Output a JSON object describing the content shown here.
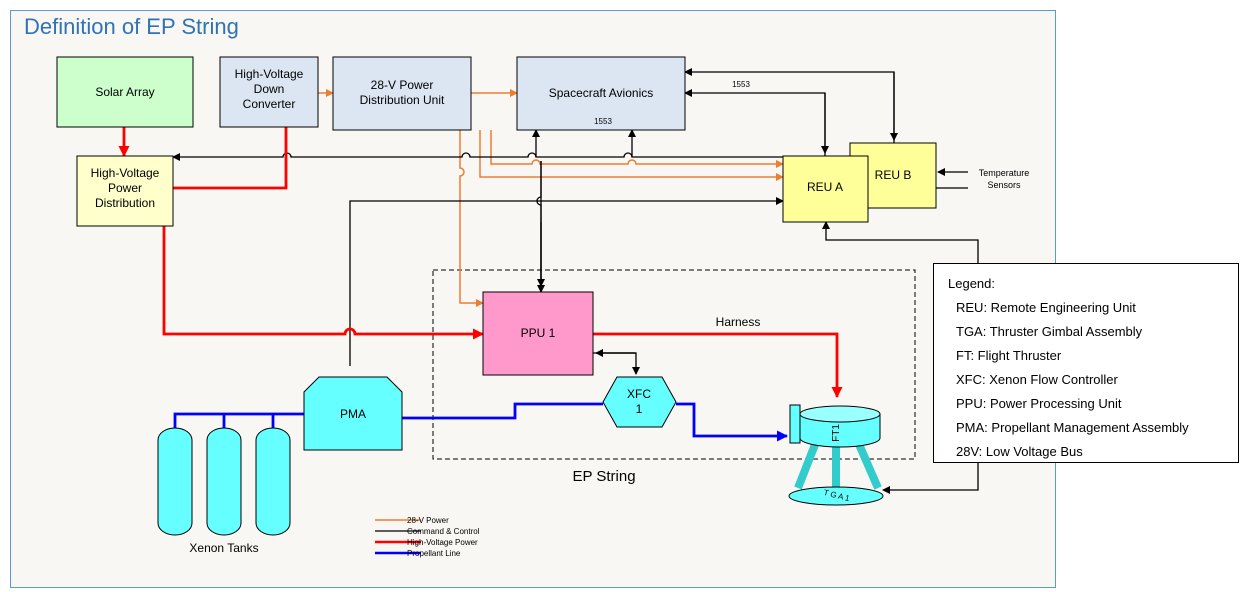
{
  "title": "Definition of EP String",
  "blocks": {
    "solar_array": "Solar Array",
    "hv_down_l1": "High-Voltage",
    "hv_down_l2": "Down",
    "hv_down_l3": "Converter",
    "pdu_l1": "28-V Power",
    "pdu_l2": "Distribution Unit",
    "avionics": "Spacecraft Avionics",
    "avionics_bus": "1553",
    "hvpd_l1": "High-Voltage",
    "hvpd_l2": "Power",
    "hvpd_l3": "Distribution",
    "reu_a": "REU A",
    "reu_b": "REU B",
    "temp_l1": "Temperature",
    "temp_l2": "Sensors",
    "bus_label": "1553",
    "ppu": "PPU 1",
    "harness": "Harness",
    "pma": "PMA",
    "xfc_l1": "XFC",
    "xfc_l2": "1",
    "ft": "FT1",
    "tga": "T G A 1",
    "xenon_tanks": "Xenon Tanks",
    "ep_string": "EP String"
  },
  "line_key": [
    {
      "label": "28-V Power",
      "color": "#ed7d31"
    },
    {
      "label": "Command & Control",
      "color": "#000000"
    },
    {
      "label": "High-Voltage Power",
      "color": "#ff0000"
    },
    {
      "label": "Propellant Line",
      "color": "#0000ff"
    }
  ],
  "legend": {
    "header": "Legend:",
    "items": [
      "REU: Remote Engineering Unit",
      "TGA: Thruster Gimbal Assembly",
      "FT: Flight Thruster",
      "XFC: Xenon Flow Controller",
      "PPU: Power Processing Unit",
      "PMA: Propellant Management Assembly",
      "28V: Low Voltage Bus"
    ]
  },
  "colors": {
    "green_block": "#ccffcc",
    "blue_block": "#dce6f2",
    "yellow_block": "#ffff99",
    "light_yellow": "#ffffcc",
    "ppu_pink": "#ff99cc",
    "cyan": "#66ffff",
    "orange": "#ed7d31",
    "red": "#ff0000",
    "blue": "#0000ff"
  }
}
